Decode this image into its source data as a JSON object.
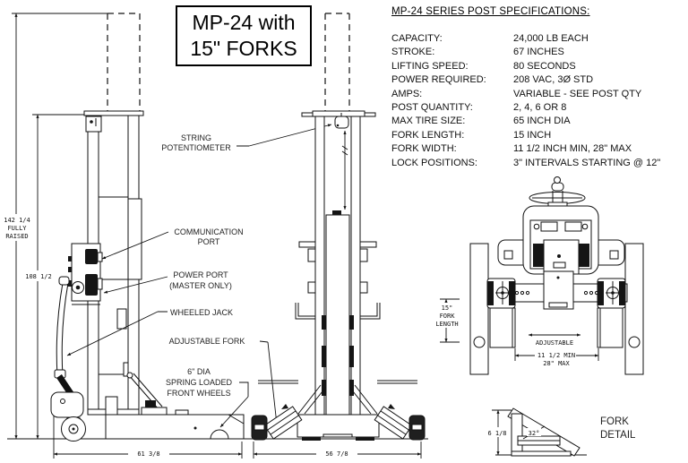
{
  "title": {
    "line1": "MP-24 with",
    "line2": "15\" FORKS"
  },
  "specs": {
    "heading": "MP-24 SERIES POST SPECIFICATIONS:",
    "rows": [
      {
        "label": "CAPACITY:",
        "value": "24,000 LB EACH"
      },
      {
        "label": "STROKE:",
        "value": "67 INCHES"
      },
      {
        "label": "LIFTING SPEED:",
        "value": "80 SECONDS"
      },
      {
        "label": "POWER REQUIRED:",
        "value": "208 VAC, 3Ø STD"
      },
      {
        "label": "AMPS:",
        "value": "VARIABLE - SEE POST QTY"
      },
      {
        "label": "POST QUANTITY:",
        "value": "2, 4, 6 OR 8"
      },
      {
        "label": "MAX TIRE SIZE:",
        "value": "65 INCH DIA"
      },
      {
        "label": "FORK LENGTH:",
        "value": "15 INCH"
      },
      {
        "label": "FORK WIDTH:",
        "value": "11 1/2 INCH MIN, 28\" MAX"
      },
      {
        "label": "LOCK POSITIONS:",
        "value": "3\" INTERVALS STARTING @ 12\""
      }
    ]
  },
  "callouts": {
    "string_potentiometer": [
      "STRING",
      "POTENTIOMETER"
    ],
    "communication_port": [
      "COMMUNICATION",
      "PORT"
    ],
    "power_port": [
      "POWER PORT",
      "(MASTER ONLY)"
    ],
    "wheeled_jack": "WHEELED JACK",
    "adjustable_fork": "ADJUSTABLE FORK",
    "front_wheels": [
      "6\" DIA",
      "SPRING LOADED",
      "FRONT WHEELS"
    ],
    "fork_detail": [
      "FORK",
      "DETAIL"
    ]
  },
  "dimensions": {
    "fully_raised": [
      "142 1/4",
      "FULLY",
      "RAISED"
    ],
    "collapsed_height": "108 1/2",
    "side_base_width": "61 3/8",
    "front_base_width": "56 7/8",
    "fork_length": [
      "15\"",
      "FORK",
      "LENGTH"
    ],
    "adjustable": "ADJUSTABLE",
    "fork_width_min": "11 1/2 MIN",
    "fork_width_max": "28\" MAX",
    "fork_height": "6 1/8",
    "fork_angle": "32°"
  }
}
